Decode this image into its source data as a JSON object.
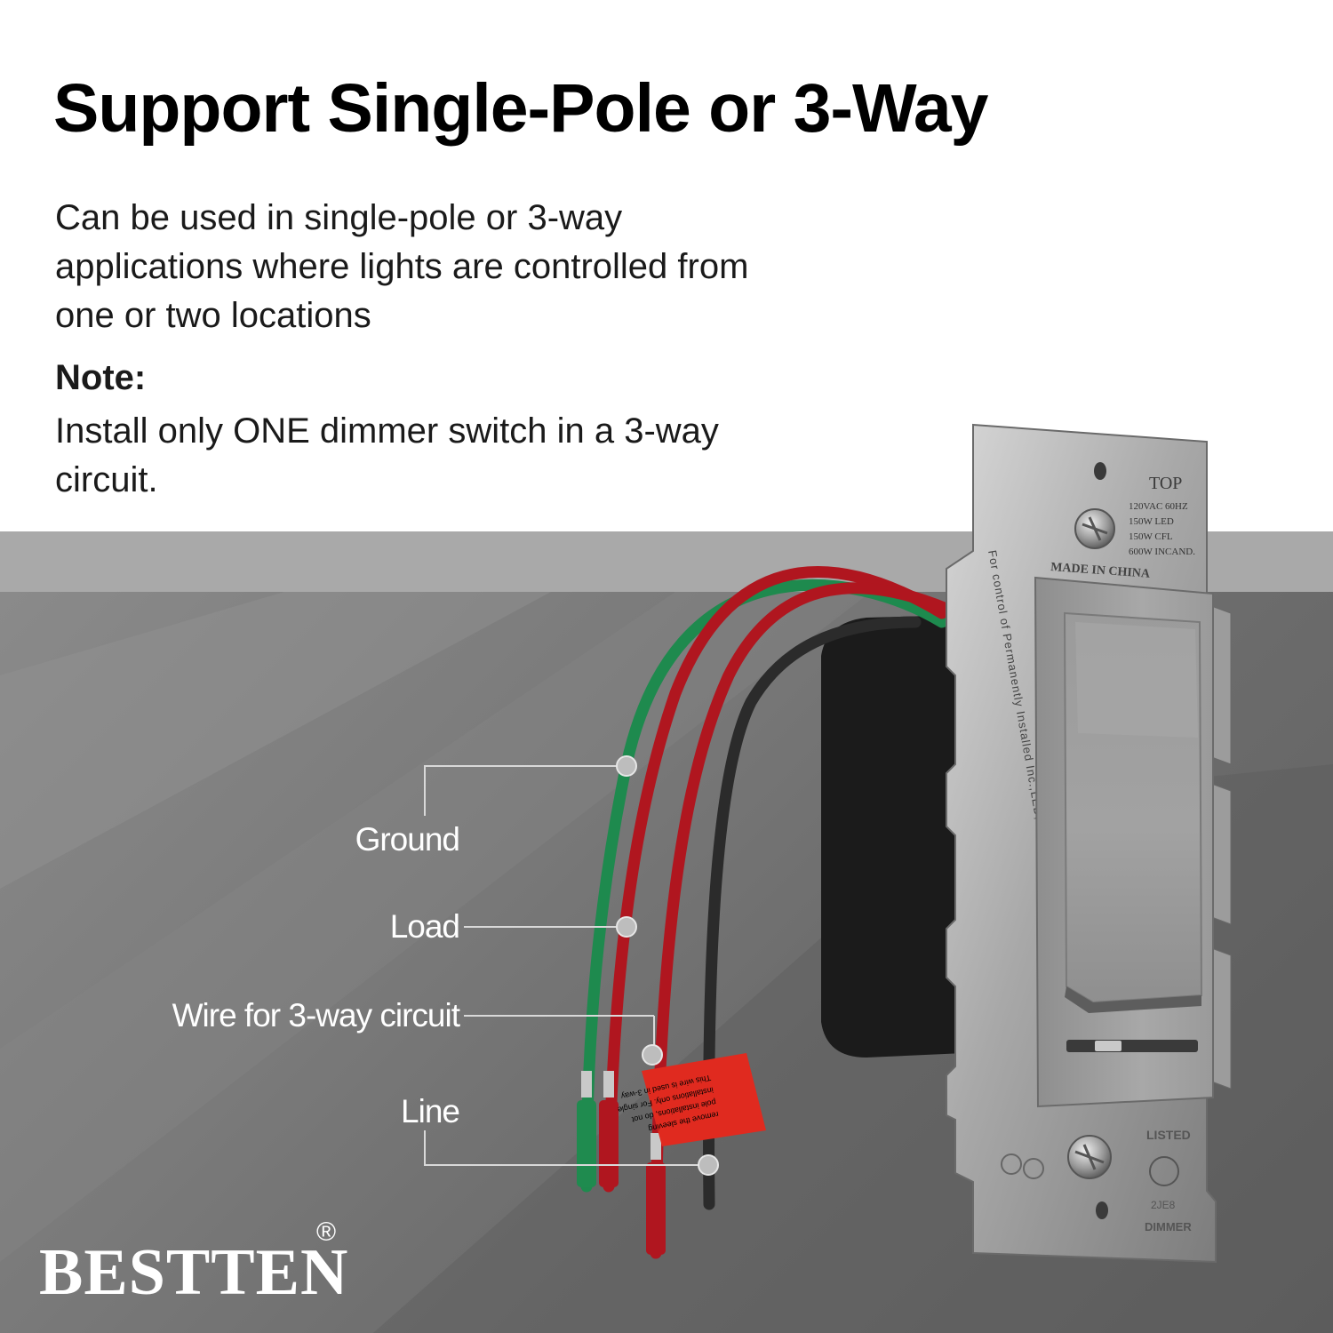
{
  "headline": "Support Single-Pole or 3-Way",
  "description": "Can be used in single-pole or 3-way applications where lights are controlled from one or two locations",
  "note": {
    "title": "Note:",
    "text": "Install only ONE dimmer switch in a 3-way circuit."
  },
  "wire_labels": {
    "ground": "Ground",
    "load": "Load",
    "three_way": "Wire for 3-way circuit",
    "line": "Line"
  },
  "strap_markings": {
    "top": "TOP",
    "ratings": [
      "120VAC 60HZ",
      "150W LED",
      "150W CFL",
      "600W INCAND."
    ],
    "made_in": "MADE IN CHINA",
    "vertical": "For control of Permanently Installed Inc.,LED,and CFL Lamp Fixtures Only",
    "listed": "LISTED",
    "listing_code": "2JE8",
    "dimmer": "DIMMER"
  },
  "warning_tag": [
    "This wire is used in 3-way",
    "installations only. For single",
    "pole installations, do not",
    "remove the sleeving"
  ],
  "brand": {
    "name": "BESTTEN",
    "mark": "®"
  },
  "colors": {
    "ground_wire": "#1e8a4e",
    "red_wire": "#b0161f",
    "line_wire": "#2b2b2b",
    "warning_tag": "#e02a1f"
  }
}
